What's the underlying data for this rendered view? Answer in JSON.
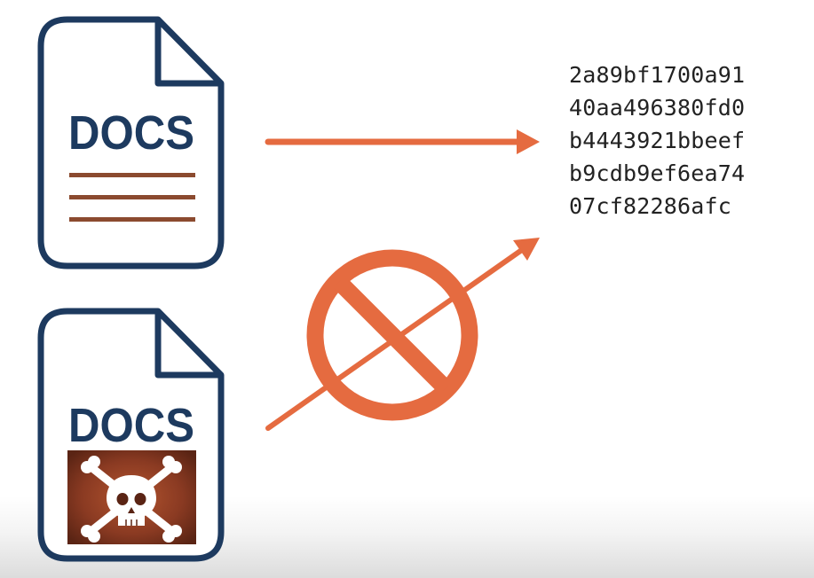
{
  "documents": [
    {
      "label": "DOCS",
      "kind": "original",
      "icon": "document-lines-icon"
    },
    {
      "label": "DOCS",
      "kind": "tampered",
      "icon": "skull-crossbones-icon"
    }
  ],
  "hash": {
    "lines": [
      "2a89bf1700a91",
      "40aa496380fd0",
      "b4443921bbeef",
      "b9cdb9ef6ea74",
      "07cf82286afc"
    ]
  },
  "arrows": [
    {
      "from": "original-document",
      "to": "hash",
      "status": "valid"
    },
    {
      "from": "tampered-document",
      "to": "hash",
      "status": "blocked"
    }
  ],
  "prohibition_icon": "no-entry-icon",
  "colors": {
    "document_outline": "#1d3a5f",
    "label": "#1d3a5f",
    "lines": "#8b4a2f",
    "arrow": "#e56b40",
    "prohibition": "#e56b40",
    "danger_background": "#8a3a22",
    "hash_text": "#222222"
  }
}
